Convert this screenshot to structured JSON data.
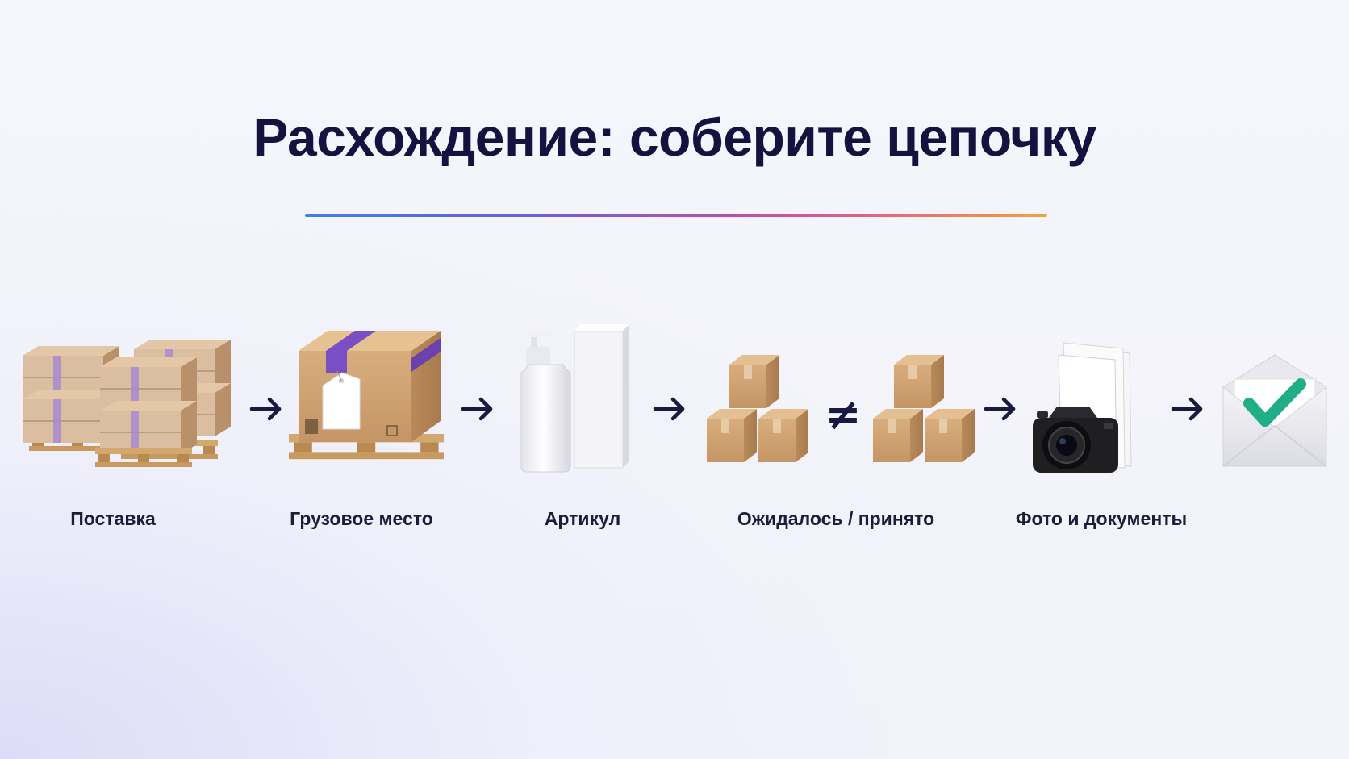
{
  "title": "Расхождение: соберите цепочку",
  "steps": [
    {
      "label": "Поставка",
      "icon": "stacked-pallets-icon"
    },
    {
      "label": "Грузовое место",
      "icon": "box-on-pallet-icon"
    },
    {
      "label": "Артикул",
      "icon": "product-bottle-icon"
    },
    {
      "label": "Ожидалось / принято",
      "icon": "box-comparison-icon"
    },
    {
      "label": "Фото и документы",
      "icon": "camera-documents-icon"
    },
    {
      "label": "",
      "icon": "envelope-check-icon"
    }
  ],
  "not_equal_symbol": "≠",
  "colors": {
    "title": "#14133f",
    "cardboard": "#d4a878",
    "tape": "#7b4fc4",
    "check": "#1fae86",
    "arrow": "#1a1a40"
  }
}
